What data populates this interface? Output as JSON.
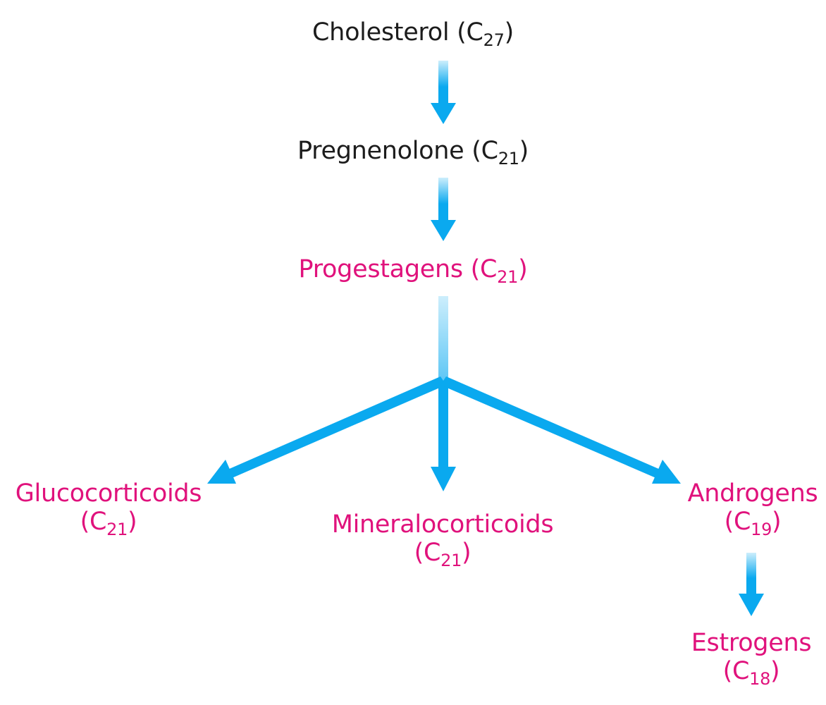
{
  "nodes": {
    "cholesterol": {
      "name": "Cholesterol",
      "formula": "(C",
      "sub": "27",
      "close": ")"
    },
    "pregnenolone": {
      "name": "Pregnenolone",
      "formula": "(C",
      "sub": "21",
      "close": ")"
    },
    "progestagens": {
      "name": "Progestagens",
      "formula": "(C",
      "sub": "21",
      "close": ")"
    },
    "glucocorticoids": {
      "name": "Glucocorticoids",
      "formula": "(C",
      "sub": "21",
      "close": ")"
    },
    "mineralocorticoids": {
      "name": "Mineralocorticoids",
      "formula": "(C",
      "sub": "21",
      "close": ")"
    },
    "androgens": {
      "name": "Androgens",
      "formula": "(C",
      "sub": "19",
      "close": ")"
    },
    "estrogens": {
      "name": "Estrogens",
      "formula": "(C",
      "sub": "18",
      "close": ")"
    }
  },
  "colors": {
    "precursor_text": "#1c1c1c",
    "hormone_text": "#e0127c",
    "arrow": "#0aa9ef",
    "arrow_fade": "#cdeefc"
  }
}
